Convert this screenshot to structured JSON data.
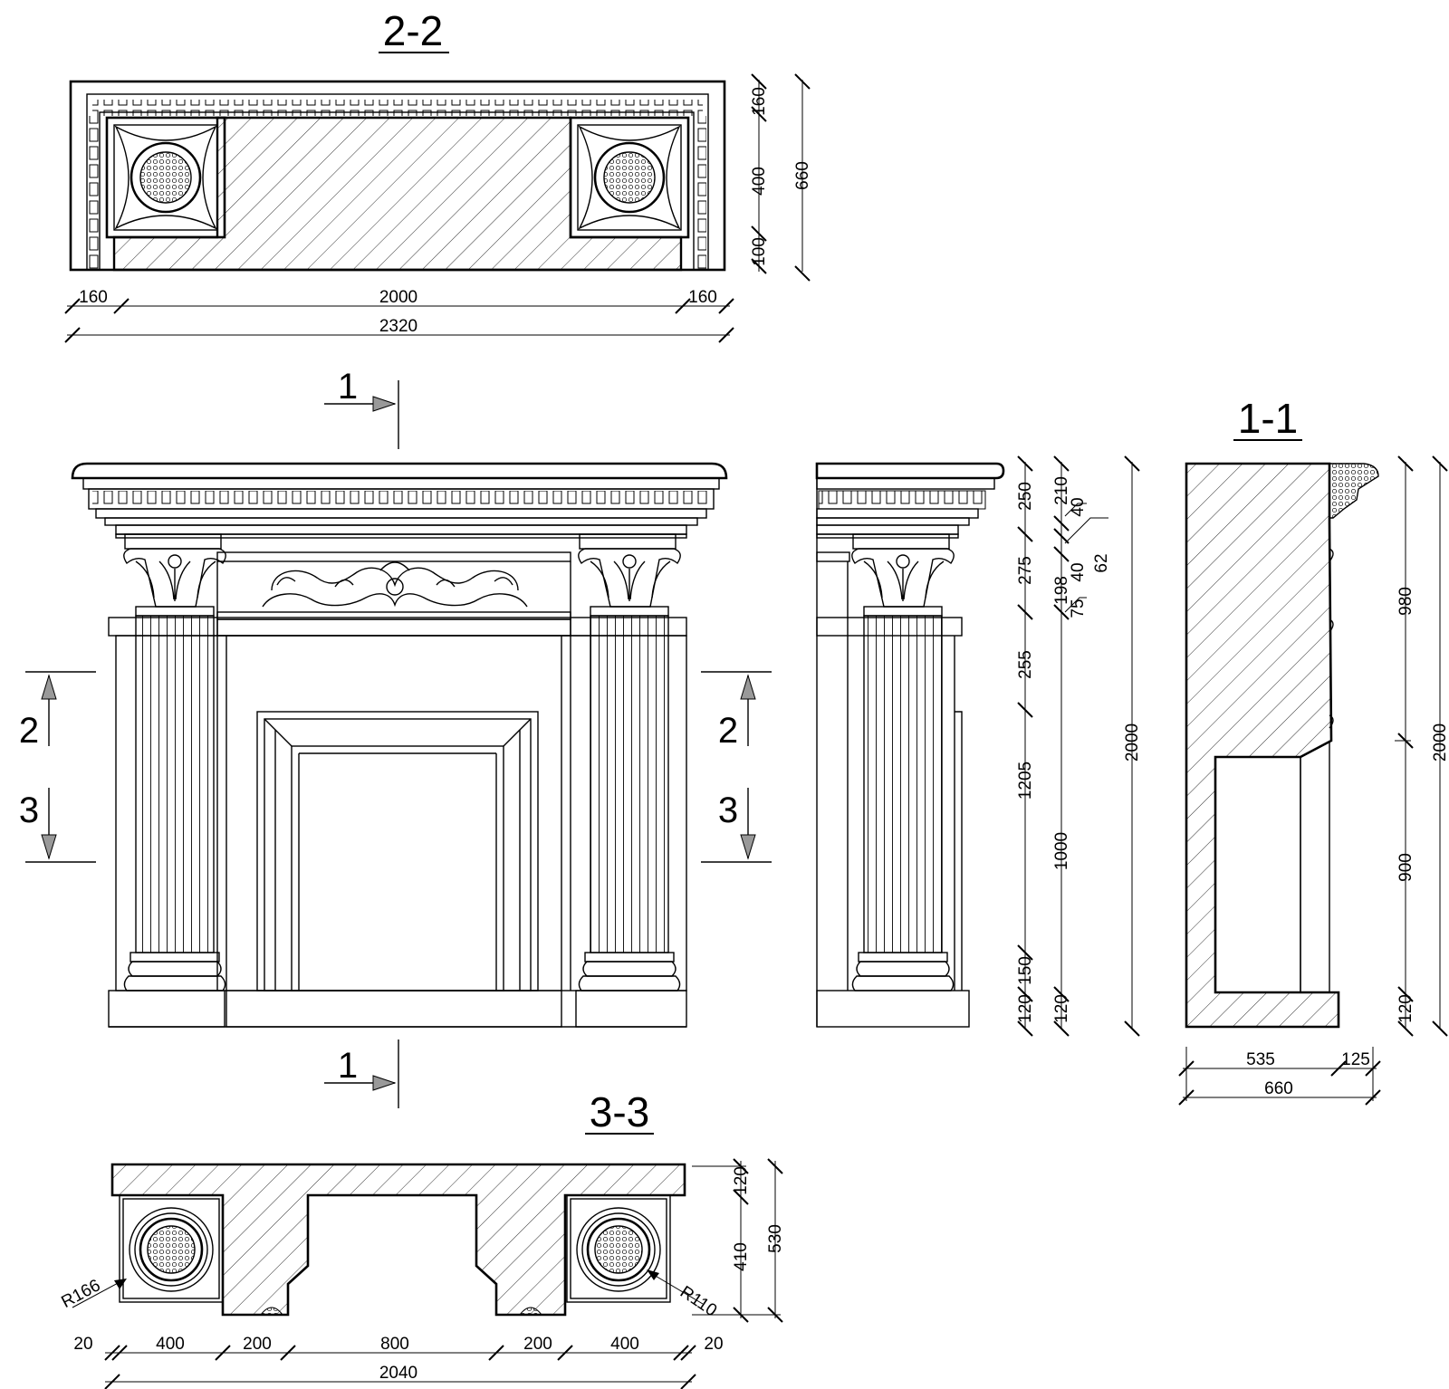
{
  "colors": {
    "ink": "#000000",
    "paper": "#ffffff",
    "arrow": "#999999"
  },
  "sections": {
    "s22": "2-2",
    "s11": "1-1",
    "s33": "3-3",
    "cut1": "1",
    "cut2": "2",
    "cut3": "3"
  },
  "dims": {
    "d22_top": "160",
    "d22_mid": "400",
    "d22_bot": "100",
    "d22_total": "660",
    "d22_left": "160",
    "d22_center": "2000",
    "d22_right": "160",
    "d22_width": "2320",
    "fr_250": "250",
    "fr_210": "210",
    "fr_40a": "40",
    "fr_275": "275",
    "fr_198": "198",
    "fr_40b": "40",
    "fr_62": "62",
    "fr_75": "75",
    "fr_255": "255",
    "fr_1205": "1205",
    "fr_1000": "1000",
    "fr_150": "150",
    "fr_120a": "120",
    "fr_120b": "120",
    "fr_2000": "2000",
    "s11_980": "980",
    "s11_900": "900",
    "s11_120": "120",
    "s11_2000": "2000",
    "s11_535": "535",
    "s11_125": "125",
    "s11_660": "660",
    "s33_120": "120",
    "s33_410": "410",
    "s33_530": "530",
    "s33_r166": "R166",
    "s33_r110": "R110",
    "s33_20a": "20",
    "s33_400a": "400",
    "s33_200a": "200",
    "s33_800": "800",
    "s33_200b": "200",
    "s33_400b": "400",
    "s33_20b": "20",
    "s33_2040": "2040"
  }
}
